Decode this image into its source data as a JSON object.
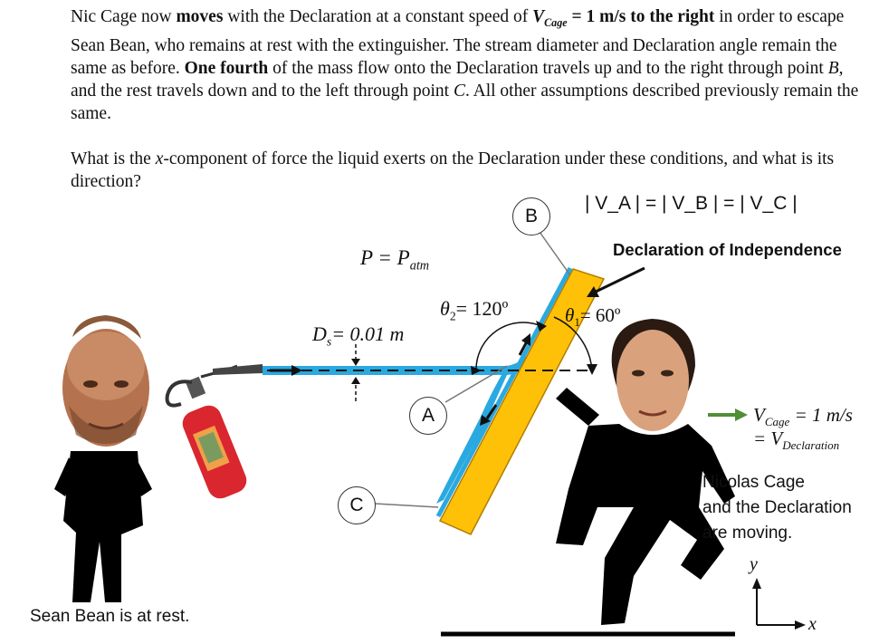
{
  "problem": {
    "p1": [
      {
        "t": "Nic Cage now "
      },
      {
        "t": "moves",
        "b": true
      },
      {
        "t": " with the Declaration at a constant speed of "
      },
      {
        "t": "V",
        "b": true,
        "i": true
      },
      {
        "t": "Cage",
        "b": true,
        "i": true,
        "sub": true
      },
      {
        "t": " = 1 m/s to the right",
        "b": true
      },
      {
        "t": " in order to escape Sean Bean, who remains at rest with the extinguisher. The stream diameter and Declaration angle remain the same as before. "
      },
      {
        "t": "One fourth",
        "b": true
      },
      {
        "t": " of the mass flow onto the Declaration travels up and to the right through point "
      },
      {
        "t": "B",
        "i": true
      },
      {
        "t": ", and the rest travels down and to the left through point "
      },
      {
        "t": "C",
        "i": true
      },
      {
        "t": ". All other assumptions described previously remain the same."
      }
    ],
    "p2": [
      {
        "t": "What is the "
      },
      {
        "t": "x",
        "i": true
      },
      {
        "t": "-component of force the liquid exerts on the Declaration under these conditions, and what is its direction?"
      }
    ]
  },
  "labels": {
    "point_b": "B",
    "point_a": "A",
    "point_c": "C",
    "pressure": [
      "P = P",
      "atm"
    ],
    "speeds": "| V_A | = | V_B | = | V_C |",
    "declaration": "Declaration of Independence",
    "theta2": [
      "θ",
      "2",
      "= 120º"
    ],
    "theta1": [
      "θ",
      "1",
      "= 60º"
    ],
    "diameter": [
      "D",
      "s",
      "= 0.01 m"
    ],
    "vcage_line1": [
      "V",
      "Cage",
      " = 1 m/s"
    ],
    "vcage_line2": [
      "= V",
      "Declaration"
    ],
    "moving_note": [
      "Nicolas Cage",
      "and the Declaration",
      "are moving."
    ],
    "rest_note": "Sean Bean is at rest.",
    "axis_y": "y",
    "axis_x": "x"
  },
  "colors": {
    "stream": "#2aa9e0",
    "declaration": "#ffc107",
    "velocity_arrow": "#4f8f35",
    "extinguisher": "#d9262f",
    "figure": "#000000"
  },
  "icons": [
    "sean-bean-figure",
    "fire-extinguisher-icon",
    "nicolas-cage-figure",
    "flow-arrow-icon"
  ]
}
